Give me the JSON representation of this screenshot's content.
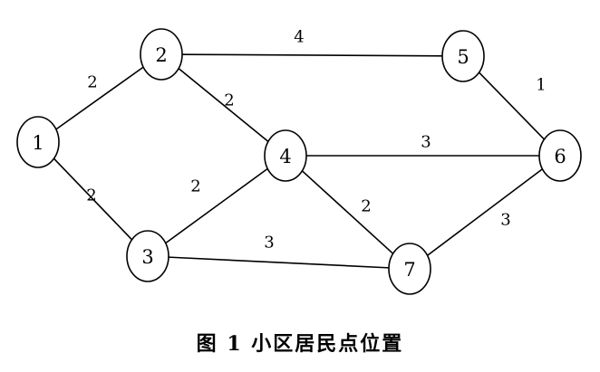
{
  "graph": {
    "nodes": [
      {
        "id": "1",
        "label": "1"
      },
      {
        "id": "2",
        "label": "2"
      },
      {
        "id": "3",
        "label": "3"
      },
      {
        "id": "4",
        "label": "4"
      },
      {
        "id": "5",
        "label": "5"
      },
      {
        "id": "6",
        "label": "6"
      },
      {
        "id": "7",
        "label": "7"
      }
    ],
    "edges": [
      {
        "from": "1",
        "to": "2",
        "weight": "2"
      },
      {
        "from": "1",
        "to": "3",
        "weight": "2"
      },
      {
        "from": "2",
        "to": "5",
        "weight": "4"
      },
      {
        "from": "2",
        "to": "4",
        "weight": "2"
      },
      {
        "from": "3",
        "to": "4",
        "weight": "2"
      },
      {
        "from": "3",
        "to": "7",
        "weight": "3"
      },
      {
        "from": "4",
        "to": "6",
        "weight": "3"
      },
      {
        "from": "4",
        "to": "7",
        "weight": "2"
      },
      {
        "from": "5",
        "to": "6",
        "weight": "1"
      },
      {
        "from": "7",
        "to": "6",
        "weight": "3"
      }
    ]
  },
  "caption": "图 1  小区居民点位置"
}
